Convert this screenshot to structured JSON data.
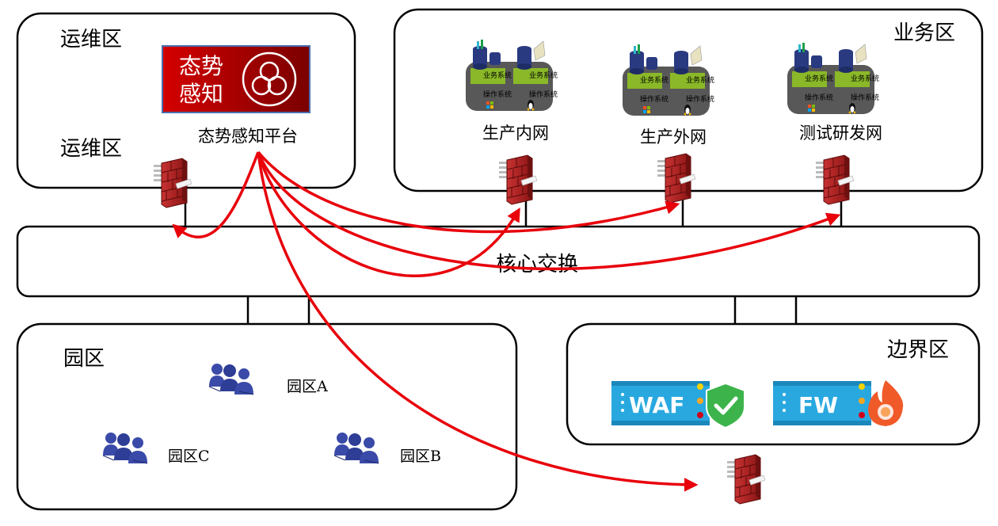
{
  "zones": {
    "ops": {
      "title": "运维区",
      "sub_label": "运维区"
    },
    "business": {
      "title": "业务区"
    },
    "campus": {
      "title": "园区"
    },
    "border": {
      "title": "边界区"
    }
  },
  "platform": {
    "logo_text_1": "态势",
    "logo_text_2": "感知",
    "label": "态势感知平台"
  },
  "networks": [
    {
      "name": "生产内网"
    },
    {
      "name": "生产外网"
    },
    {
      "name": "测试研发网"
    }
  ],
  "server_stack": {
    "service_label": "业务系统",
    "os_label": "操作系统"
  },
  "core": {
    "label": "核心交换"
  },
  "campus_groups": [
    {
      "name": "园区A"
    },
    {
      "name": "园区C"
    },
    {
      "name": "园区B"
    }
  ],
  "security_devices": [
    {
      "name": "WAF",
      "badge_icon": "shield-check-icon"
    },
    {
      "name": "FW",
      "badge_icon": "flame-icon"
    }
  ],
  "colors": {
    "arrow": "#e8000b",
    "firewall": "#b22222",
    "logo_bg": "#b00000",
    "user_icon": "#3a4aa8",
    "device_bar": "#29a8e0",
    "shield": "#3cb44b",
    "flame": "#f05a28"
  }
}
